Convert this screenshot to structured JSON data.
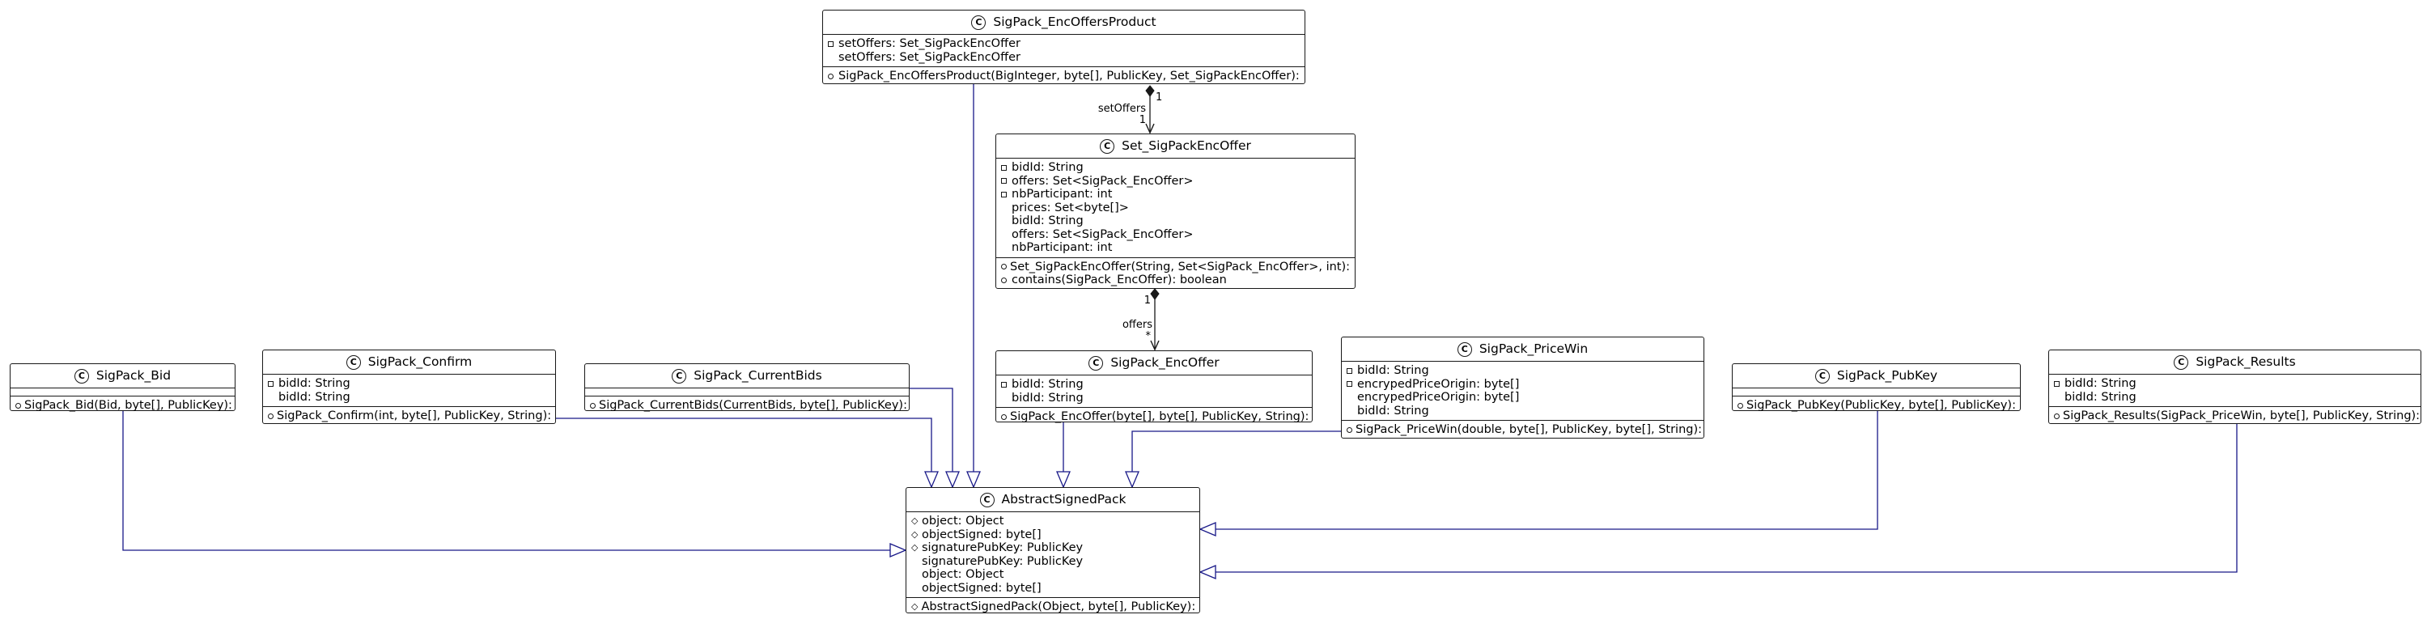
{
  "classes": {
    "enc_offers_product": {
      "name": "SigPack_EncOffersProduct",
      "fields": [
        {
          "vis": "private",
          "text": "setOffers: Set_SigPackEncOffer"
        },
        {
          "vis": "none",
          "text": "setOffers: Set_SigPackEncOffer"
        }
      ],
      "methods": [
        {
          "vis": "public",
          "text": "SigPack_EncOffersProduct(BigInteger, byte[], PublicKey, Set_SigPackEncOffer):"
        }
      ]
    },
    "set_sigpack_encoffer": {
      "name": "Set_SigPackEncOffer",
      "fields": [
        {
          "vis": "private",
          "text": "bidId: String"
        },
        {
          "vis": "private",
          "text": "offers: Set<SigPack_EncOffer>"
        },
        {
          "vis": "private",
          "text": "nbParticipant: int"
        },
        {
          "vis": "none",
          "text": "prices: Set<byte[]>"
        },
        {
          "vis": "none",
          "text": "bidId: String"
        },
        {
          "vis": "none",
          "text": "offers: Set<SigPack_EncOffer>"
        },
        {
          "vis": "none",
          "text": "nbParticipant: int"
        }
      ],
      "methods": [
        {
          "vis": "public",
          "text": "Set_SigPackEncOffer(String, Set<SigPack_EncOffer>, int):"
        },
        {
          "vis": "public",
          "text": "contains(SigPack_EncOffer): boolean"
        }
      ]
    },
    "sigpack_bid": {
      "name": "SigPack_Bid",
      "fields": [],
      "methods": [
        {
          "vis": "public",
          "text": "SigPack_Bid(Bid, byte[], PublicKey):"
        }
      ]
    },
    "sigpack_confirm": {
      "name": "SigPack_Confirm",
      "fields": [
        {
          "vis": "private",
          "text": "bidId: String"
        },
        {
          "vis": "none",
          "text": "bidId: String"
        }
      ],
      "methods": [
        {
          "vis": "public",
          "text": "SigPack_Confirm(int, byte[], PublicKey, String):"
        }
      ]
    },
    "sigpack_currentbids": {
      "name": "SigPack_CurrentBids",
      "fields": [],
      "methods": [
        {
          "vis": "public",
          "text": "SigPack_CurrentBids(CurrentBids, byte[], PublicKey):"
        }
      ]
    },
    "sigpack_encoffer": {
      "name": "SigPack_EncOffer",
      "fields": [
        {
          "vis": "private",
          "text": "bidId: String"
        },
        {
          "vis": "none",
          "text": "bidId: String"
        }
      ],
      "methods": [
        {
          "vis": "public",
          "text": "SigPack_EncOffer(byte[], byte[], PublicKey, String):"
        }
      ]
    },
    "sigpack_pricewin": {
      "name": "SigPack_PriceWin",
      "fields": [
        {
          "vis": "private",
          "text": "bidId: String"
        },
        {
          "vis": "private",
          "text": "encrypedPriceOrigin: byte[]"
        },
        {
          "vis": "none",
          "text": "encrypedPriceOrigin: byte[]"
        },
        {
          "vis": "none",
          "text": "bidId: String"
        }
      ],
      "methods": [
        {
          "vis": "public",
          "text": "SigPack_PriceWin(double, byte[], PublicKey, byte[], String):"
        }
      ]
    },
    "sigpack_pubkey": {
      "name": "SigPack_PubKey",
      "fields": [],
      "methods": [
        {
          "vis": "public",
          "text": "SigPack_PubKey(PublicKey, byte[], PublicKey):"
        }
      ]
    },
    "sigpack_results": {
      "name": "SigPack_Results",
      "fields": [
        {
          "vis": "private",
          "text": "bidId: String"
        },
        {
          "vis": "none",
          "text": "bidId: String"
        }
      ],
      "methods": [
        {
          "vis": "public",
          "text": "SigPack_Results(SigPack_PriceWin, byte[], PublicKey, String):"
        }
      ]
    },
    "abstract_signed_pack": {
      "name": "AbstractSignedPack",
      "fields": [
        {
          "vis": "protected",
          "text": "object: Object"
        },
        {
          "vis": "protected",
          "text": "objectSigned: byte[]"
        },
        {
          "vis": "protected",
          "text": "signaturePubKey: PublicKey"
        },
        {
          "vis": "none",
          "text": "signaturePubKey: PublicKey"
        },
        {
          "vis": "none",
          "text": "object: Object"
        },
        {
          "vis": "none",
          "text": "objectSigned: byte[]"
        }
      ],
      "methods": [
        {
          "vis": "protected",
          "text": "AbstractSignedPack(Object, byte[], PublicKey):"
        }
      ]
    }
  },
  "associations": {
    "set_offers": {
      "source_mult": "1",
      "role": "setOffers",
      "target_mult": "1"
    },
    "offers": {
      "source_mult": "1",
      "role": "offers",
      "target_mult": "*"
    }
  },
  "colors": {
    "border": "#181818",
    "inheritance": "#181888",
    "association": "#181818"
  },
  "icons": {
    "class_marker": "C"
  }
}
